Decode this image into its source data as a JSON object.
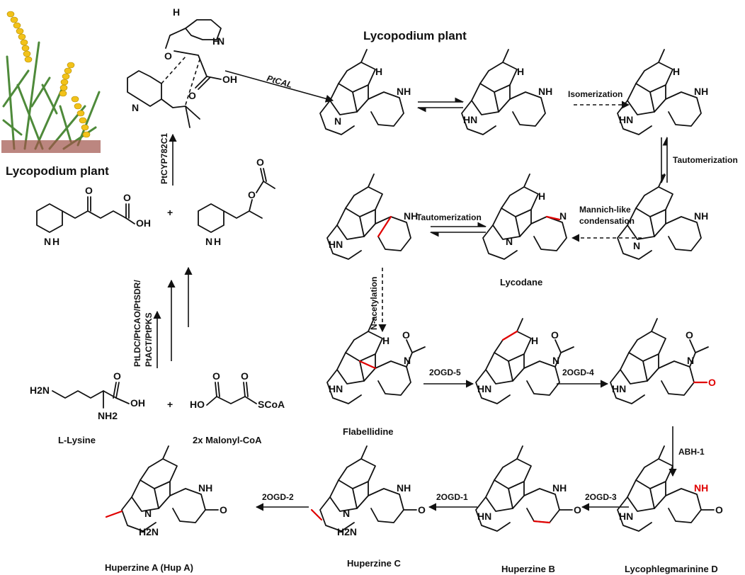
{
  "labels": {
    "plant_top": "Lycopodium plant",
    "plant_left": "Lycopodium plant",
    "lysine": "L-Lysine",
    "malonyl": "2x Malonyl-CoA",
    "lycodane": "Lycodane",
    "flabellidine": "Flabellidine",
    "huperzine_a": "Huperzine A (Hup A)",
    "huperzine_c": "Huperzine C",
    "huperzine_b": "Huperzine B",
    "lycophlegmarinine_d": "Lycophlegmarinine D"
  },
  "enzymes": {
    "ptcal": "PtCAL",
    "ptcyp": "PtCYP782C1",
    "pathway_line1": "PtLDC/PtCAO/PtSDR/",
    "pathway_line2": "PtACT/PtPKS",
    "isomerization": "Isomerization",
    "tautomerization_right": "Tautomerization",
    "tautomerization_mid": "Tautomerization",
    "mannich_line1": "Mannich-like",
    "mannich_line2": "condensation",
    "n_acetylation": "N-acetylation",
    "ogd5": "2OGD-5",
    "ogd4": "2OGD-4",
    "abh1": "ABH-1",
    "ogd3": "2OGD-3",
    "ogd1": "2OGD-1",
    "ogd2": "2OGD-2"
  },
  "atoms": {
    "N": "N",
    "NH": "NH",
    "HN": "HN",
    "H": "H",
    "O": "O",
    "OH": "OH",
    "HO": "HO",
    "H2N": "H2N",
    "NH2": "NH2",
    "SCoA": "SCoA",
    "plus": "+"
  },
  "colors": {
    "ink": "#111111",
    "highlight": "#e00000",
    "plant_leaf": "#4e8a3a",
    "plant_flower": "#f2c21a",
    "plant_stem": "#a0524a"
  }
}
